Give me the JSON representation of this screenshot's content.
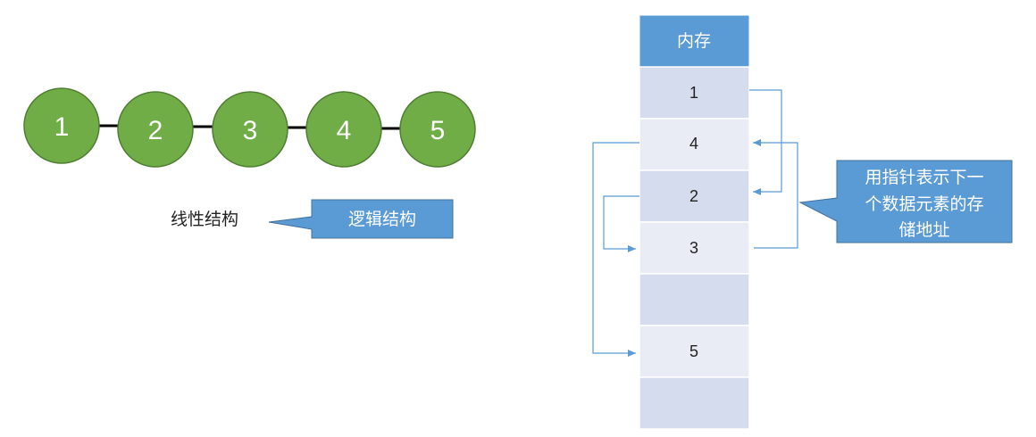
{
  "logical": {
    "nodes": [
      "1",
      "2",
      "3",
      "4",
      "5"
    ],
    "label": "线性结构",
    "callout": "逻辑结构"
  },
  "memory": {
    "header": "内存",
    "cells": [
      "1",
      "4",
      "2",
      "3",
      "",
      "5",
      ""
    ],
    "callout_lines": [
      "用指针表示下一",
      "个数据元素的存",
      "储地址"
    ]
  },
  "colors": {
    "node_fill": "#70ad47",
    "node_stroke": "#507e32",
    "header_fill": "#5b9bd5",
    "cell_dark": "#d5dced",
    "cell_light": "#e9ecf5",
    "callout_fill": "#5b9bd5",
    "arrow": "#5b9bd5"
  }
}
